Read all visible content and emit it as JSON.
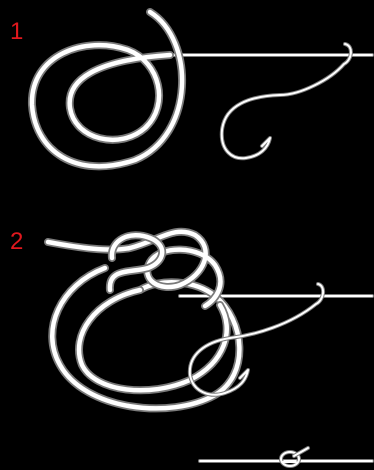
{
  "steps": [
    {
      "number": "1"
    },
    {
      "number": "2"
    }
  ],
  "colors": {
    "background": "#000000",
    "line": "#ffffff",
    "line_edge": "#7a7a7a",
    "step_number": "#e0181e"
  },
  "icons": [
    "fishing-line-coil",
    "fishing-hook",
    "knot-loop",
    "finished-knot"
  ]
}
